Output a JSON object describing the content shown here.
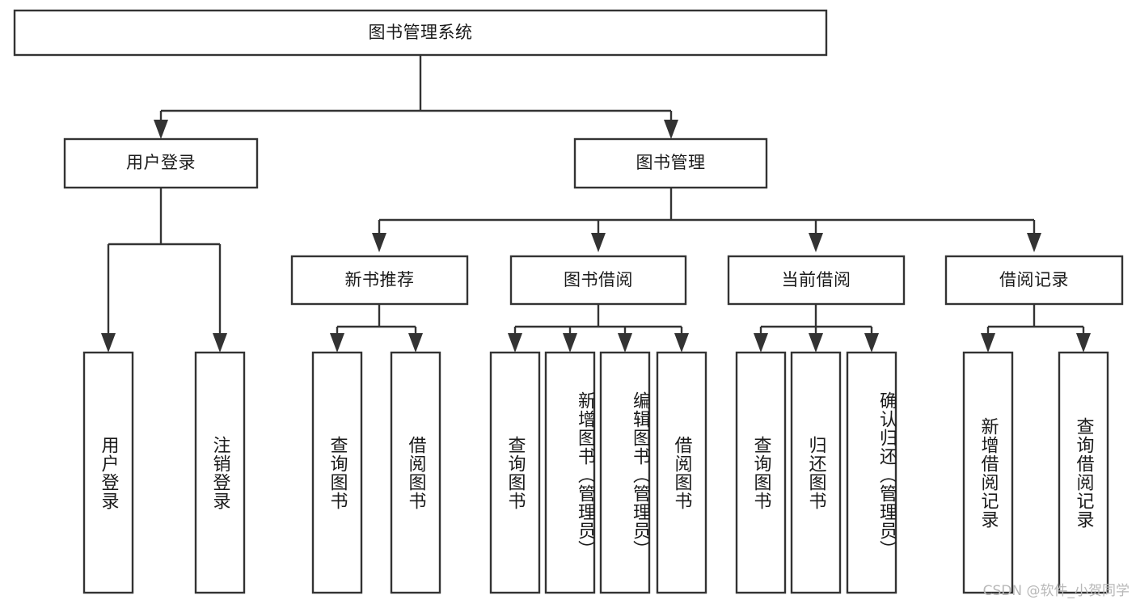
{
  "diagram": {
    "title": "图书管理系统",
    "type": "tree-hierarchy-chart",
    "orientation": "top-down",
    "watermark": "CSDN @软件_小贺同学",
    "colors": {
      "stroke": "#333333",
      "fill": "#ffffff",
      "text": "#1a1a1a",
      "watermark": "#b8b8b8",
      "background": "#ffffff"
    },
    "levels": {
      "root": {
        "label": "图书管理系统"
      },
      "level2": [
        {
          "id": "user-login",
          "label": "用户登录"
        },
        {
          "id": "book-management",
          "label": "图书管理"
        }
      ],
      "level3": [
        {
          "id": "new-book-recommend",
          "label": "新书推荐",
          "parent": "book-management"
        },
        {
          "id": "book-borrow",
          "label": "图书借阅",
          "parent": "book-management"
        },
        {
          "id": "current-borrow",
          "label": "当前借阅",
          "parent": "book-management"
        },
        {
          "id": "borrow-record",
          "label": "借阅记录",
          "parent": "book-management"
        }
      ],
      "leaves": [
        {
          "id": "leaf-user-login",
          "label": "用户登录",
          "parent": "user-login"
        },
        {
          "id": "leaf-logout",
          "label": "注销登录",
          "parent": "user-login"
        },
        {
          "id": "leaf-query-book-1",
          "label": "查询图书",
          "parent": "new-book-recommend"
        },
        {
          "id": "leaf-borrow-book-1",
          "label": "借阅图书",
          "parent": "new-book-recommend"
        },
        {
          "id": "leaf-query-book-2",
          "label": "查询图书",
          "parent": "book-borrow"
        },
        {
          "id": "leaf-add-book",
          "label": "新增图书（管理员）",
          "parent": "book-borrow"
        },
        {
          "id": "leaf-edit-book",
          "label": "编辑图书（管理员）",
          "parent": "book-borrow"
        },
        {
          "id": "leaf-borrow-book-2",
          "label": "借阅图书",
          "parent": "book-borrow"
        },
        {
          "id": "leaf-query-book-3",
          "label": "查询图书",
          "parent": "current-borrow"
        },
        {
          "id": "leaf-return-book",
          "label": "归还图书",
          "parent": "current-borrow"
        },
        {
          "id": "leaf-confirm-return",
          "label": "确认归还（管理员）",
          "parent": "current-borrow"
        },
        {
          "id": "leaf-add-record",
          "label": "新增借阅记录",
          "parent": "borrow-record"
        },
        {
          "id": "leaf-query-record",
          "label": "查询借阅记录",
          "parent": "borrow-record"
        }
      ]
    }
  }
}
